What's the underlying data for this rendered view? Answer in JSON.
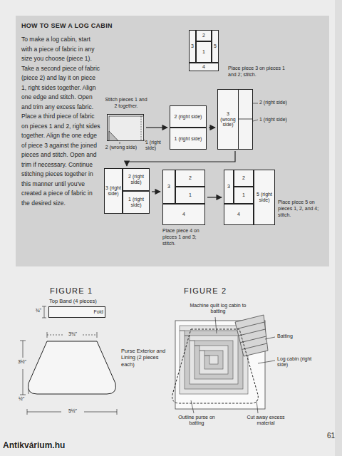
{
  "diagram": {
    "title": "HOW TO SEW A LOG CABIN",
    "nodes": [
      {
        "text": []
      },
      {
        "text": [
          "2"
        ],
        "in": 0
      },
      {
        "text": [
          "3"
        ],
        "in": 0
      },
      {
        "text": [
          "1"
        ],
        "in": 0
      },
      {
        "text": [
          "5"
        ],
        "in": 0
      },
      {
        "text": [
          "4"
        ],
        "in": 0
      },
      {
        "text": [
          "Stitch pieces 1 and 2 together."
        ]
      },
      {
        "text": []
      },
      {
        "text": [
          "2 (right side)"
        ],
        "in": 7
      },
      {
        "text": [
          "1 (right side)"
        ],
        "in": 7
      },
      {
        "text": [
          "Place piece 3 on pieces 1 and 2; stitch."
        ]
      },
      {
        "text": [
          "3 (wrong side)"
        ],
        "in": 10
      },
      {
        "text": []
      },
      {
        "text": [
          "3 (right side)"
        ],
        "in": 12
      },
      {
        "text": [
          "2 (right side)"
        ],
        "in": 12
      },
      {
        "text": [
          "1 (right side)"
        ],
        "in": 12
      },
      {
        "text": [
          "Place piece 4 on pieces 1 and 3; stitch."
        ]
      },
      {
        "text": [
          "3"
        ],
        "in": 16
      },
      {
        "text": [
          "2"
        ],
        "in": 16
      },
      {
        "text": [
          "1"
        ],
        "in": 16
      },
      {
        "text": [
          "4"
        ],
        "in": 16
      },
      {
        "text": [
          "Place piece 5 on pieces 1, 2, and 4; stitch."
        ]
      },
      {
        "text": [
          "3"
        ],
        "in": 21
      },
      {
        "text": [
          "2"
        ],
        "in": 21
      },
      {
        "text": [
          "1"
        ],
        "in": 21
      },
      {
        "text": [
          "4"
        ],
        "in": 21
      },
      {
        "text": [
          "5 (right side)"
        ],
        "in": 21
      },
      {
        "text": [
          "Top Band (4 pieces)",
          "Fold"
        ]
      },
      {
        "text": [
          "Purse Exterior and Lining (2 pieces each)"
        ]
      }
    ],
    "edges": [
      {
        "from": 6,
        "to": 7,
        "arrow": "to"
      },
      {
        "from": 7,
        "to": 10,
        "arrow": "to"
      },
      {
        "from": 10,
        "to": 12,
        "arrow": "to"
      },
      {
        "from": 12,
        "to": 16,
        "arrow": "to"
      },
      {
        "from": 16,
        "to": 21,
        "arrow": "to"
      }
    ],
    "labels": [
      "To make a log cabin, start with a piece of fabric in any size you choose (piece 1). Take a second piece of fabric (piece 2) and lay it on piece 1, right sides together. Align one edge and stitch. Open and trim any excess fabric. Place a third piece of fabric on pieces 1 and 2, right sides together. Align the one edge of piece 3 against the joined pieces and stitch. Open and trim if necessary. Continue stitching pieces together in this manner until you've created a piece of fabric in the desired size.",
      "2 (wrong side)",
      "1 (right side)",
      "2 (right side)",
      "1 (right side)",
      "FIGURE 1",
      "¾\"",
      "3¾\"",
      "3½\"",
      "½\"",
      "5½\"",
      "FIGURE 2",
      "Machine quilt log cabin to batting",
      "Batting",
      "Log cabin (right side)",
      "Outline purse on batting",
      "Cut away excess material",
      "61",
      "Antikvárium.hu"
    ]
  }
}
